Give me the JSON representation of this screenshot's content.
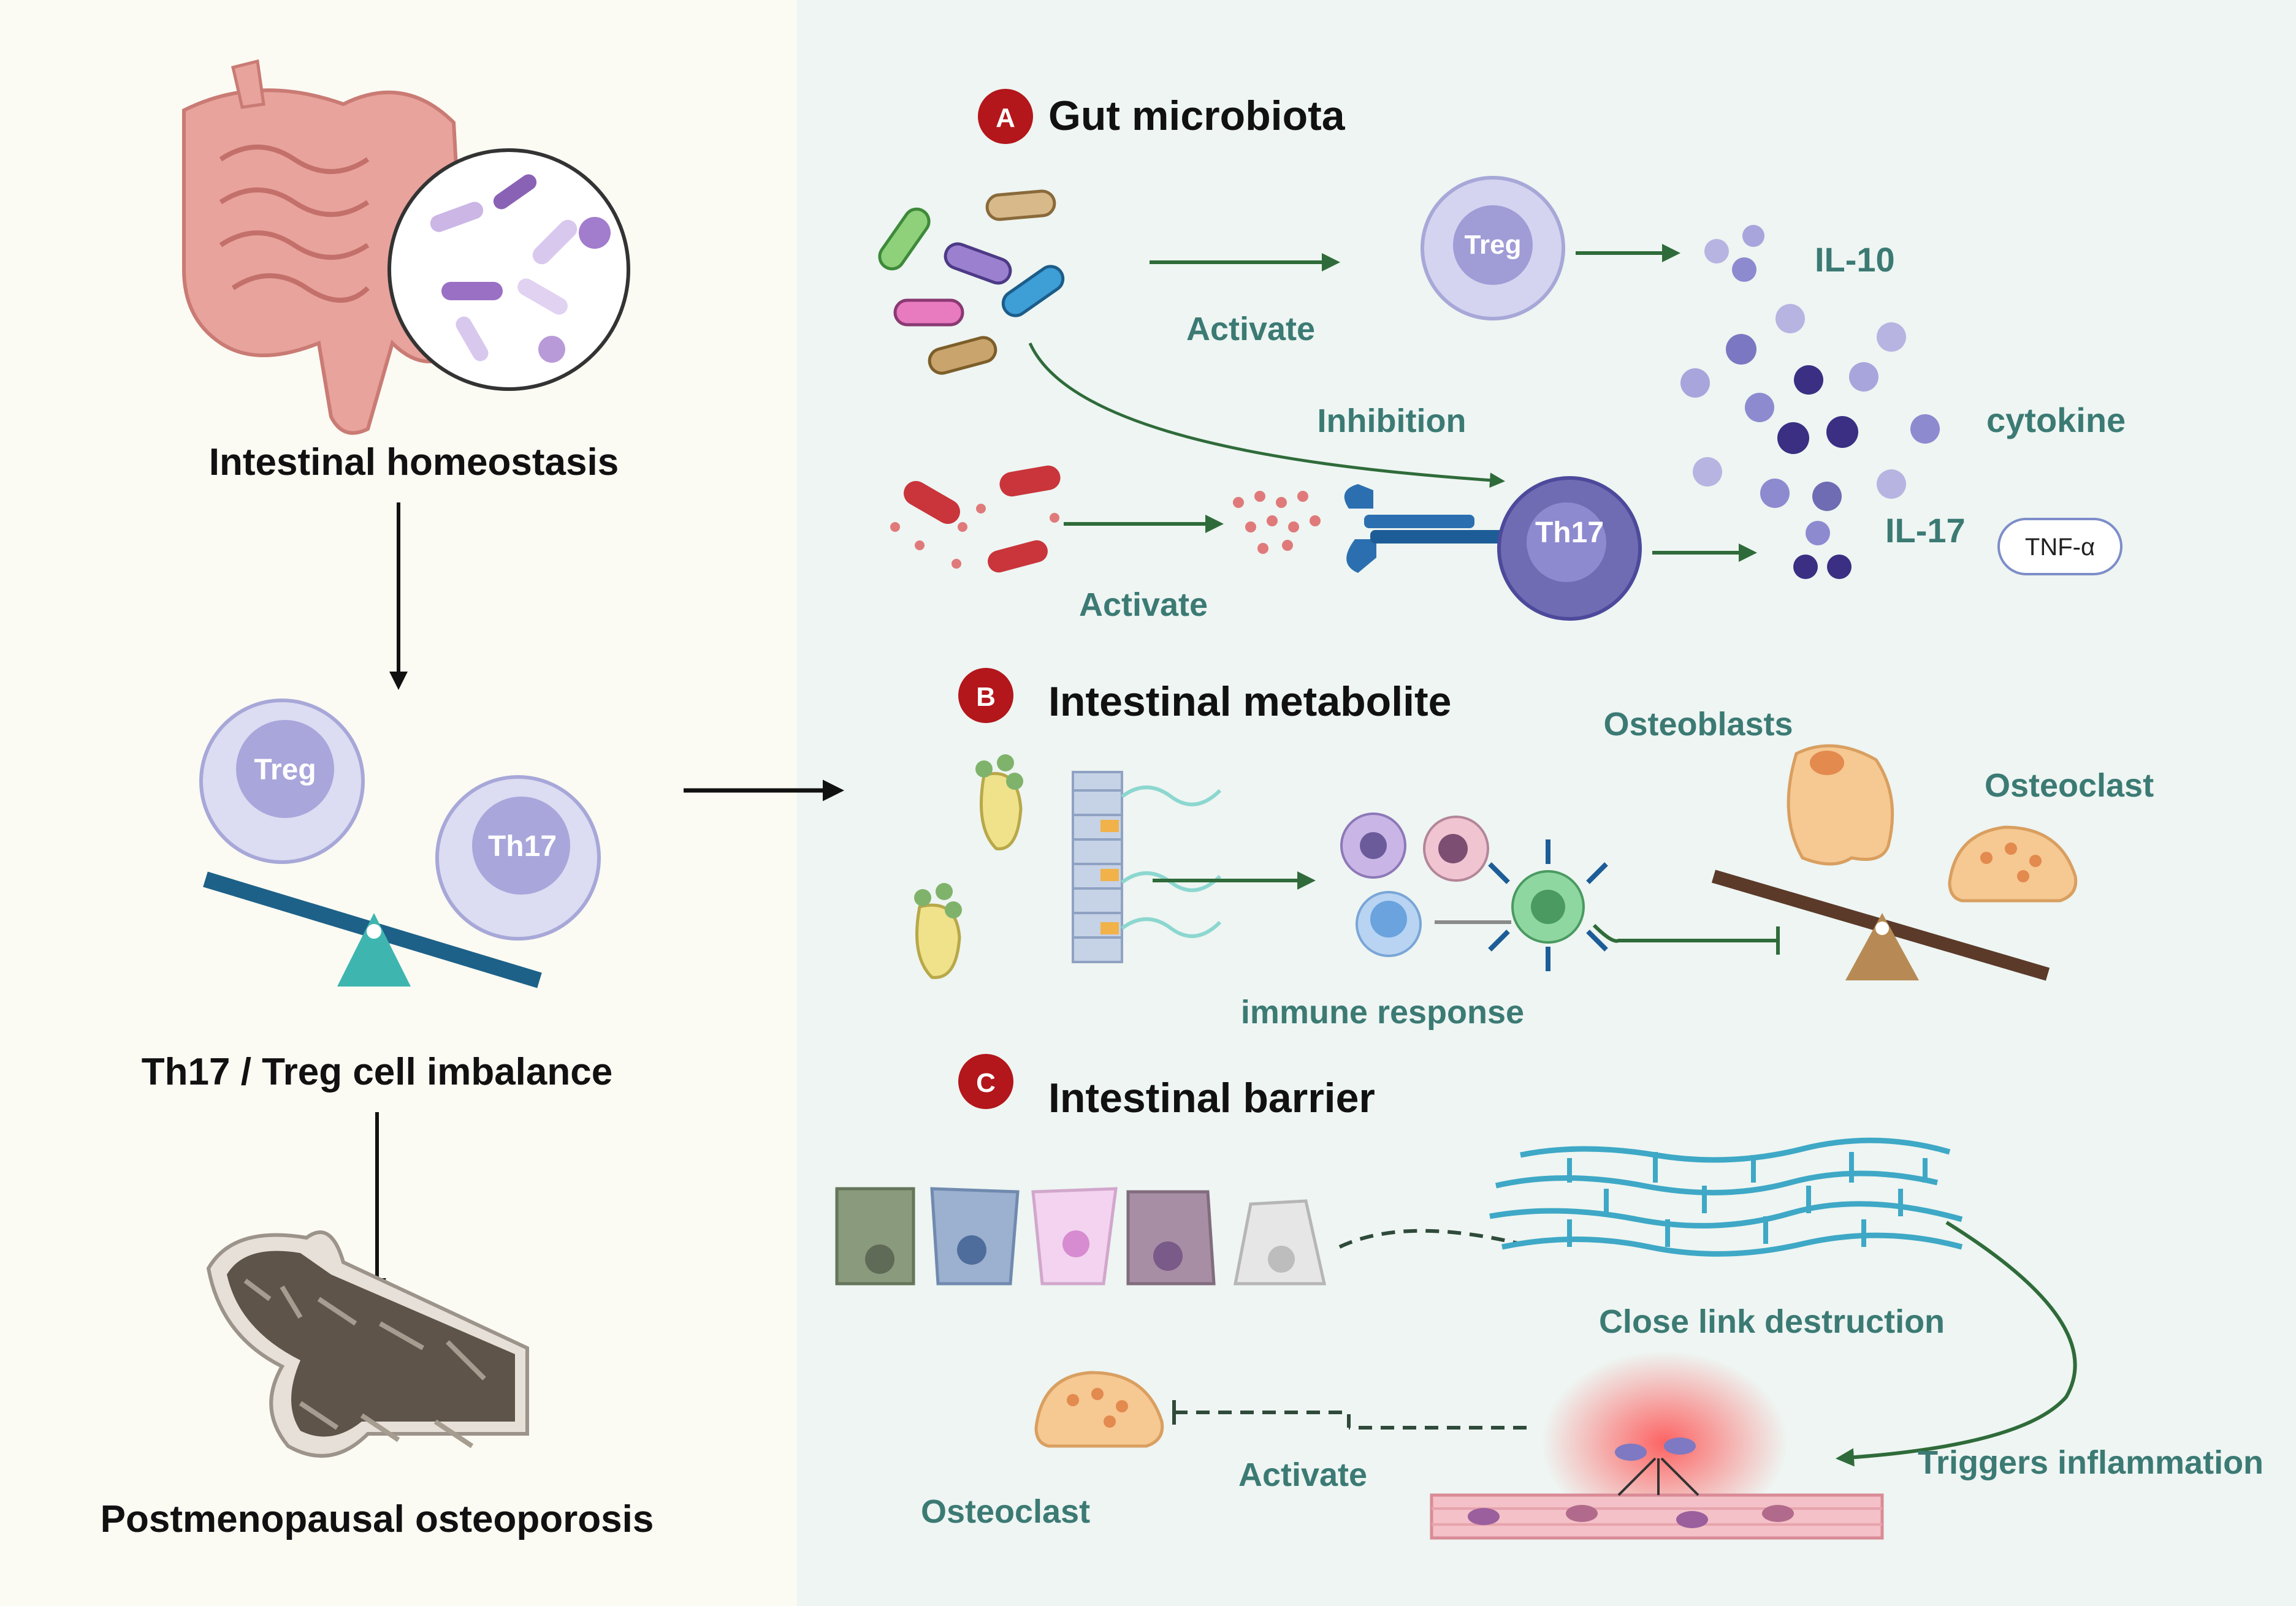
{
  "left_panel": {
    "homeostasis_label": "Intestinal homeostasis",
    "treg_cell": "Treg",
    "th17_cell": "Th17",
    "imbalance_label": "Th17 / Treg cell imbalance",
    "osteoporosis_label": "Postmenopausal osteoporosis"
  },
  "section_a": {
    "badge": "A",
    "title": "Gut microbiota",
    "activate_top": "Activate",
    "treg_cell": "Treg",
    "il10": "IL-10",
    "cytokine": "cytokine",
    "inhibition": "Inhibition",
    "th17_cell": "Th17",
    "il17": "IL-17",
    "tnf_alpha": "TNF-α",
    "activate_bottom": "Activate"
  },
  "section_b": {
    "badge": "B",
    "title": "Intestinal metabolite",
    "osteoblasts": "Osteoblasts",
    "osteoclast": "Osteoclast",
    "immune_response": "immune response"
  },
  "section_c": {
    "badge": "C",
    "title": "Intestinal barrier",
    "close_link": "Close link destruction",
    "triggers_inflammation": "Triggers inflammation",
    "activate": "Activate",
    "osteoclast": "Osteoclast"
  },
  "colors": {
    "left_bg": "#fbfaf3",
    "right_bg": "#eef5f2",
    "teal_text": "#3c7a74",
    "arrow_green": "#2f6b3a",
    "badge_red": "#b3161b",
    "cell_lavender": "#c5c6ea",
    "cell_purple": "#6f6cb3"
  }
}
